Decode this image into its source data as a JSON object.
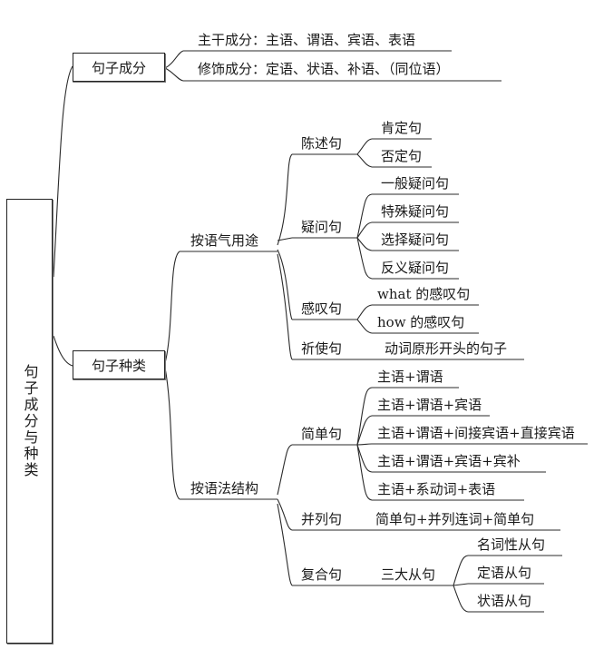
{
  "root": "句子成分与种类",
  "components": {
    "label": "句子成分",
    "main": "主干成分：主语、谓语、宾语、表语",
    "modifier": "修饰成分：定语、状语、补语、（同位语）"
  },
  "types": {
    "label": "句子种类",
    "by_mood": {
      "label": "按语气用途",
      "declarative": {
        "label": "陈述句",
        "items": [
          "肯定句",
          "否定句"
        ]
      },
      "interrogative": {
        "label": "疑问句",
        "items": [
          "一般疑问句",
          "特殊疑问句",
          "选择疑问句",
          "反义疑问句"
        ]
      },
      "exclamatory": {
        "label": "感叹句",
        "items": [
          "what  的感叹句",
          "how  的感叹句"
        ]
      },
      "imperative": {
        "label": "祈使句",
        "desc": "动词原形开头的句子"
      }
    },
    "by_grammar": {
      "label": "按语法结构",
      "simple": {
        "label": "简单句",
        "items": [
          "主语+谓语",
          "主语+谓语+宾语",
          "主语+谓语+间接宾语+直接宾语",
          "主语+谓语+宾语+宾补",
          "主语+系动词+表语"
        ]
      },
      "compound": {
        "label": "并列句",
        "desc": "简单句+并列连词+简单句"
      },
      "complex": {
        "label": "复合句",
        "sub": "三大从句",
        "items": [
          "名词性从句",
          "定语从句",
          "状语从句"
        ]
      }
    }
  }
}
